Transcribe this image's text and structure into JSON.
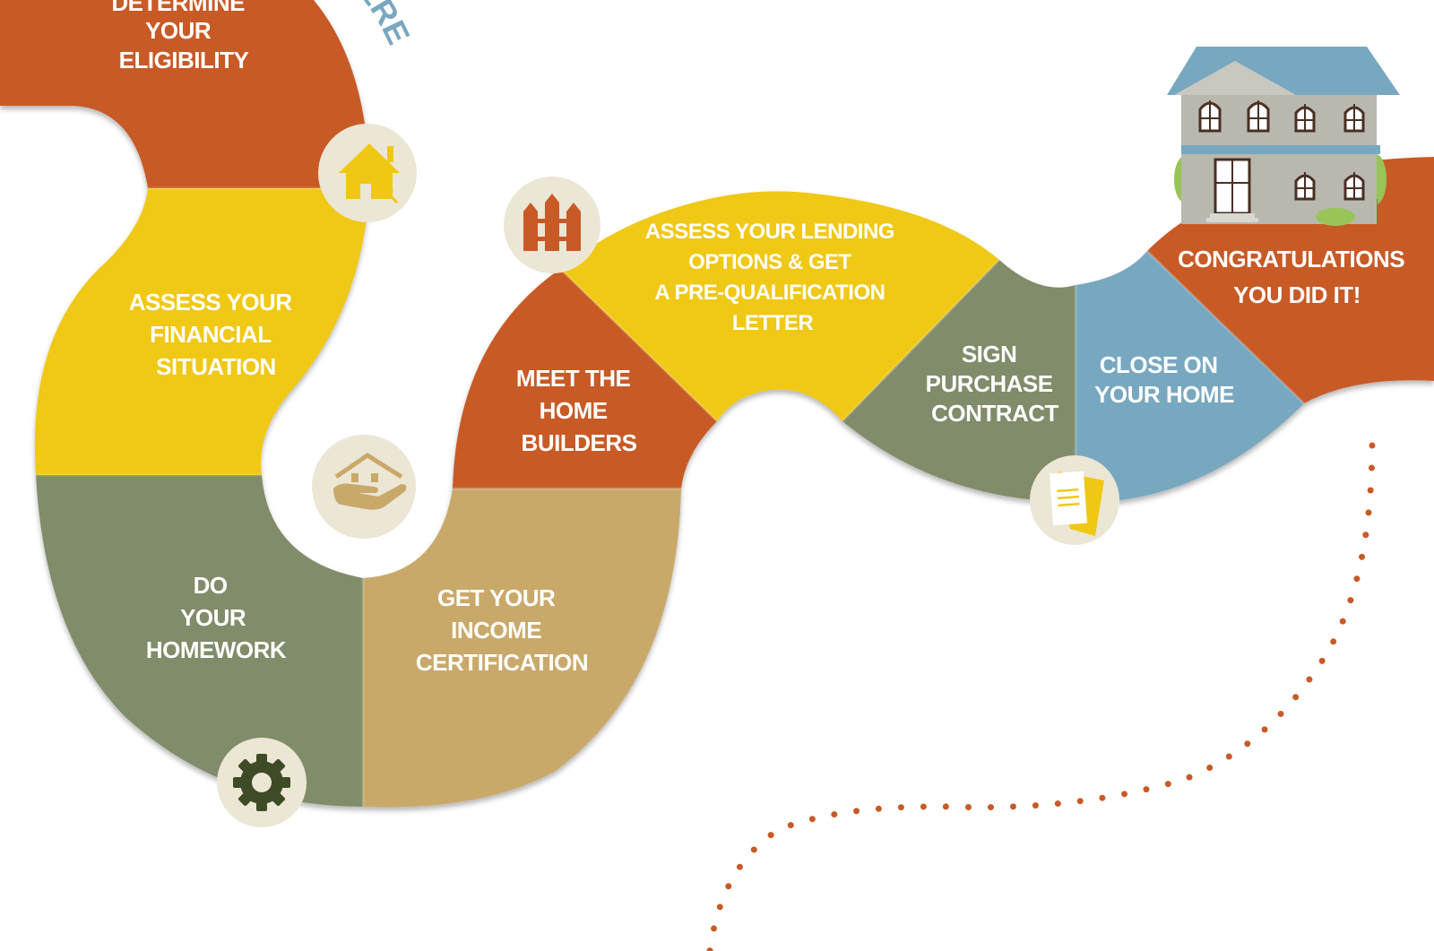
{
  "start_label": "HERE",
  "steps": [
    {
      "id": "eligibility",
      "lines": [
        "DETERMINE",
        "YOUR",
        "ELIGIBILITY"
      ],
      "color": "#c85a28"
    },
    {
      "id": "financial",
      "lines": [
        "ASSESS YOUR",
        "FINANCIAL",
        "SITUATION"
      ],
      "color": "#f0c814"
    },
    {
      "id": "homework",
      "lines": [
        "DO",
        "YOUR",
        "HOMEWORK"
      ],
      "color": "#808c6a"
    },
    {
      "id": "income",
      "lines": [
        "GET YOUR",
        "INCOME",
        "CERTIFICATION"
      ],
      "color": "#c9a96a"
    },
    {
      "id": "builders",
      "lines": [
        "MEET THE",
        "HOME",
        "BUILDERS"
      ],
      "color": "#c85a28"
    },
    {
      "id": "lending",
      "lines": [
        "ASSESS YOUR LENDING",
        "OPTIONS & GET",
        "A PRE-QUALIFICATION",
        "LETTER"
      ],
      "color": "#f0c814"
    },
    {
      "id": "contract",
      "lines": [
        "SIGN",
        "PURCHASE",
        "CONTRACT"
      ],
      "color": "#808c6a"
    },
    {
      "id": "close",
      "lines": [
        "CLOSE ON",
        "YOUR HOME"
      ],
      "color": "#78a8c0"
    },
    {
      "id": "congrats",
      "lines": [
        "CONGRATULATIONS",
        "YOU DID IT!"
      ],
      "color": "#c85a28"
    }
  ],
  "icons": [
    "house-search-icon",
    "hand-house-icon",
    "gear-icon",
    "fence-icon",
    "document-icon",
    "house-icon"
  ],
  "colors": {
    "badge_bg": "#ece6d5",
    "dotted_path": "#c85a28",
    "start_label": "#79a7c0"
  }
}
